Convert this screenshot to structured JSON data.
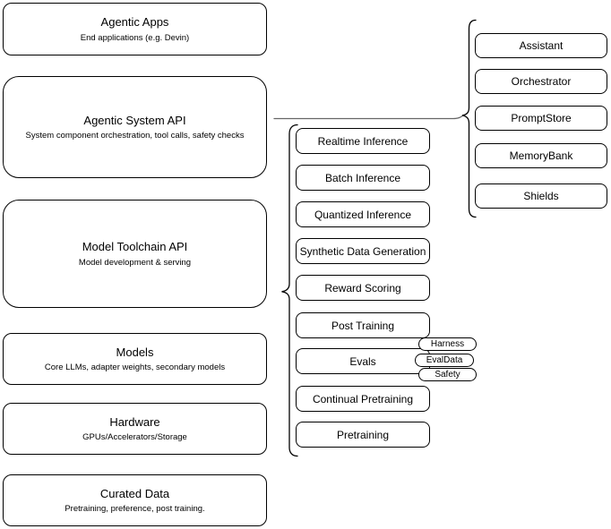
{
  "diagram": {
    "left_column": [
      {
        "title": "Agentic Apps",
        "subtitle": "End applications (e.g. Devin)"
      },
      {
        "title": "Agentic System API",
        "subtitle": "System component orchestration, tool calls, safety checks"
      },
      {
        "title": "Model Toolchain API",
        "subtitle": "Model development & serving"
      },
      {
        "title": "Models",
        "subtitle": "Core LLMs, adapter weights, secondary models"
      },
      {
        "title": "Hardware",
        "subtitle": "GPUs/Accelerators/Storage"
      },
      {
        "title": "Curated Data",
        "subtitle": "Pretraining, preference, post training."
      }
    ],
    "toolchain_services": [
      "Realtime Inference",
      "Batch Inference",
      "Quantized Inference",
      "Synthetic Data Generation",
      "Reward Scoring",
      "Post Training",
      "Evals",
      "Continual Pretraining",
      "Pretraining"
    ],
    "eval_components": [
      "Harness",
      "EvalData",
      "Safety"
    ],
    "system_components": [
      "Assistant",
      "Orchestrator",
      "PromptStore",
      "MemoryBank",
      "Shields"
    ],
    "style": {
      "background": "#ffffff",
      "node_stroke": "#000000",
      "connector_stroke": "#666666"
    }
  }
}
